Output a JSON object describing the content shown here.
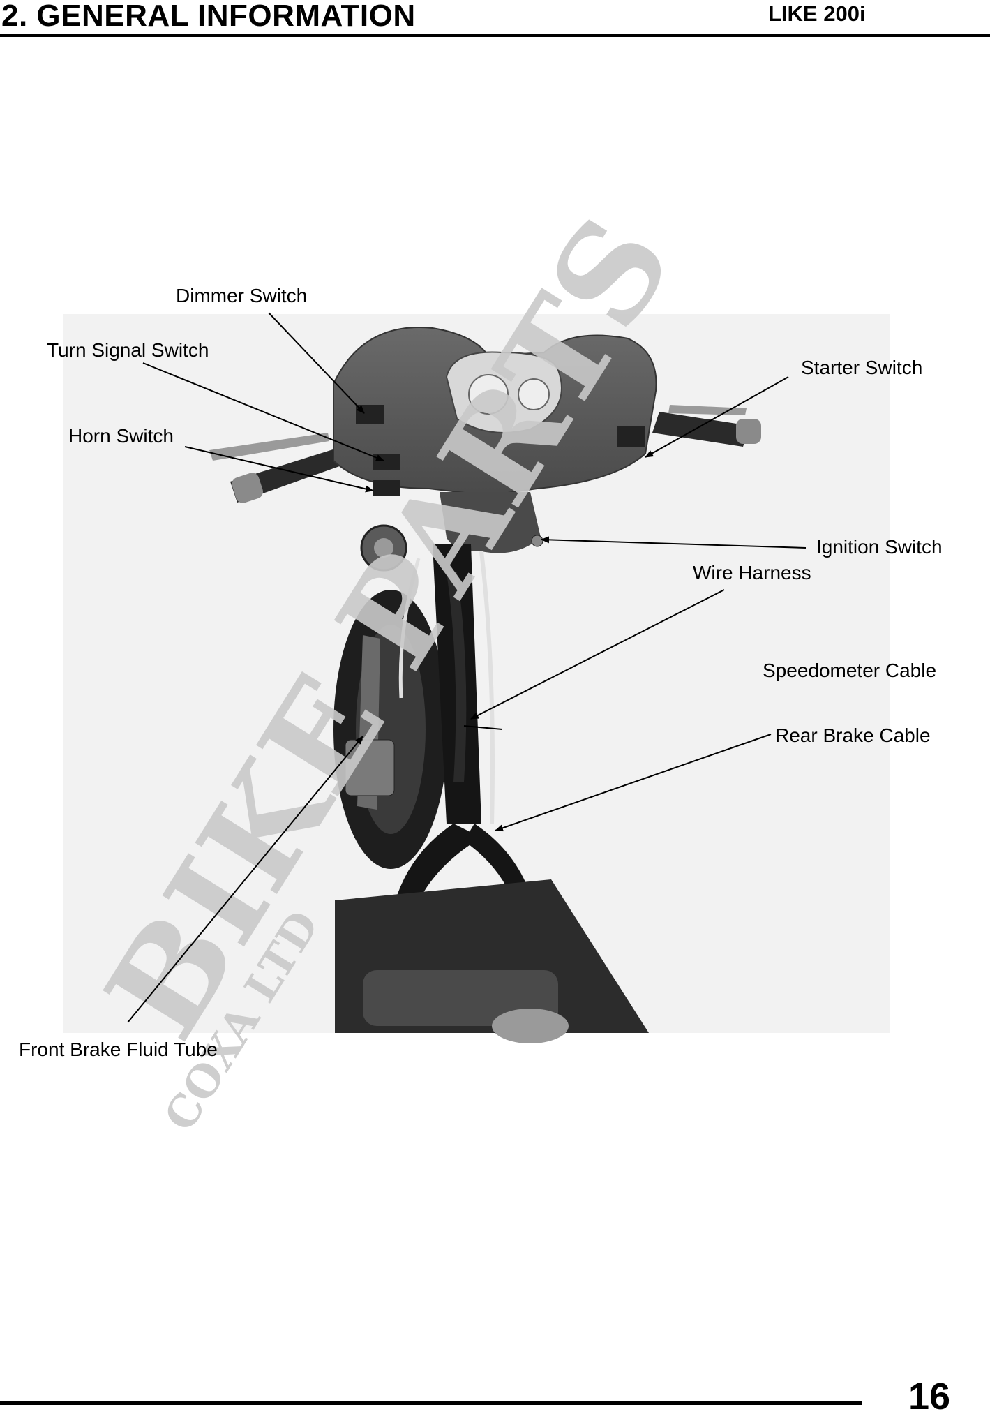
{
  "header": {
    "section_title": "2. GENERAL INFORMATION",
    "model": "LIKE 200i"
  },
  "figure": {
    "labels": {
      "dimmer_switch": "Dimmer Switch",
      "turn_signal_switch": "Turn Signal Switch",
      "horn_switch": "Horn Switch",
      "starter_switch": "Starter Switch",
      "ignition_switch": "Ignition Switch",
      "wire_harness": "Wire Harness",
      "speedometer_cable": "Speedometer Cable",
      "rear_brake_cable": "Rear Brake Cable",
      "front_brake_fluid_tube": "Front Brake Fluid Tube"
    },
    "watermark": {
      "main": "BIKE PARTS",
      "sub": "COXA LTD"
    }
  },
  "footer": {
    "page_number": "16"
  }
}
